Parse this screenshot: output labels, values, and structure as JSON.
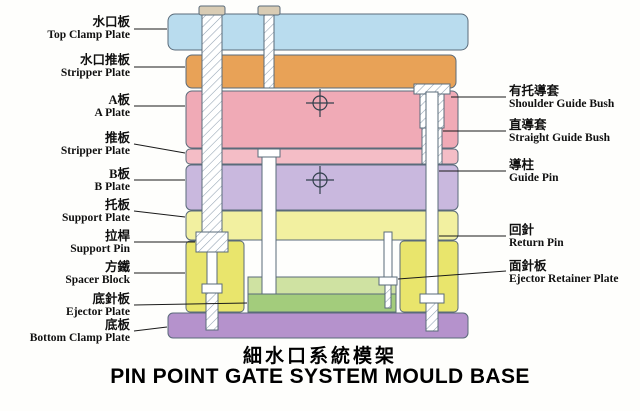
{
  "title": {
    "chinese": "細水口系統模架",
    "english": "PIN POINT GATE SYSTEM MOULD BASE"
  },
  "left_labels": [
    {
      "zh": "水口板",
      "en": "Top Clamp Plate"
    },
    {
      "zh": "水口推板",
      "en": "Stripper Plate"
    },
    {
      "zh": "A板",
      "en": "A Plate"
    },
    {
      "zh": "推板",
      "en": "Stripper Plate"
    },
    {
      "zh": "B板",
      "en": "B Plate"
    },
    {
      "zh": "托板",
      "en": "Support Plate"
    },
    {
      "zh": "拉桿",
      "en": "Support Pin"
    },
    {
      "zh": "方鐵",
      "en": "Spacer Block"
    },
    {
      "zh": "底針板",
      "en": "Ejector Plate"
    },
    {
      "zh": "底板",
      "en": "Bottom Clamp Plate"
    }
  ],
  "right_labels": [
    {
      "zh": "有托導套",
      "en": "Shoulder Guide Bush"
    },
    {
      "zh": "直導套",
      "en": "Straight Guide Bush"
    },
    {
      "zh": "導柱",
      "en": "Guide Pin"
    },
    {
      "zh": "回針",
      "en": "Return Pin"
    },
    {
      "zh": "面針板",
      "en": "Ejector Retainer Plate"
    }
  ],
  "colors": {
    "top_clamp": "#b9dcee",
    "stripper_upper": "#e8a257",
    "a_plate": "#f0aab6",
    "stripper_mid": "#f4bdc6",
    "b_plate": "#c9b8de",
    "support_plate": "#f2f0a0",
    "spacer_block": "#e9e56c",
    "ejector_retainer": "#cfe2a2",
    "ejector_plate": "#a3cc7c",
    "bottom_clamp": "#b592cc",
    "outline": "#5a6b7a",
    "leader_line": "#1a1a1a"
  }
}
